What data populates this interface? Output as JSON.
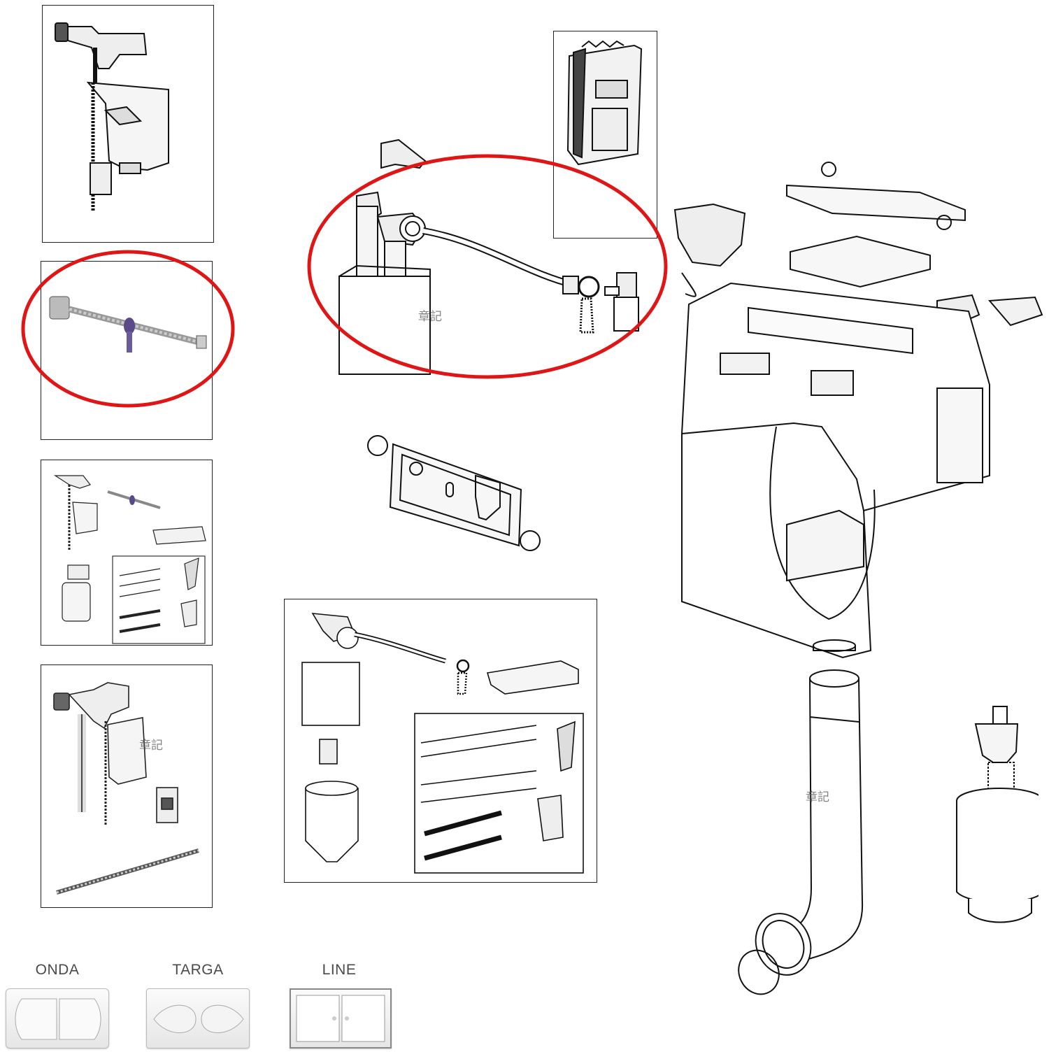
{
  "watermark": "章記",
  "flush_plates": [
    {
      "name": "ONDA"
    },
    {
      "name": "TARGA"
    },
    {
      "name": "LINE"
    }
  ],
  "highlight_color": "#e01515",
  "icons": [
    "fill-valve-icon",
    "flexible-hose-icon",
    "cistern-icon",
    "flush-valve-icon",
    "frame-icon"
  ]
}
